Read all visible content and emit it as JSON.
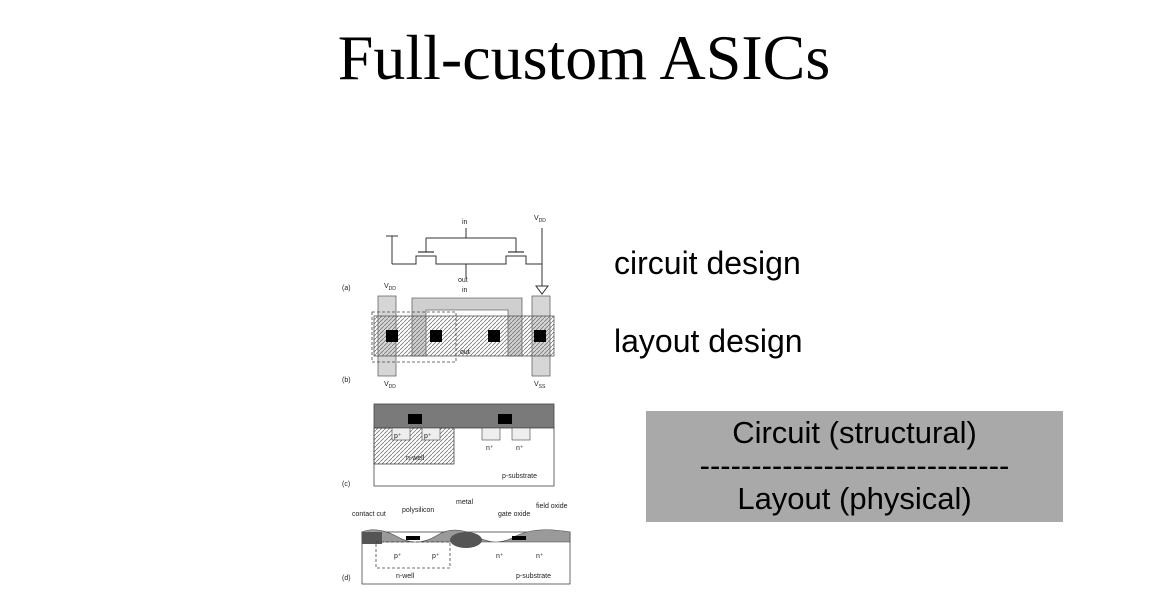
{
  "title": "Full-custom ASICs",
  "labels": {
    "circuit": "circuit design",
    "layout": "layout design"
  },
  "box": {
    "line1": "Circuit (structural)",
    "line2": "------------------------------",
    "line3": "Layout (physical)"
  },
  "figure": {
    "in": "in",
    "vdd": "V",
    "vdd_sub": "DD",
    "vss_sub": "SS",
    "out": "out",
    "panel_a": "(a)",
    "panel_b": "(b)",
    "panel_c": "(c)",
    "panel_d": "(d)",
    "p_plus": "p⁺",
    "n_plus": "n⁺",
    "n_well": "n-well",
    "p_substrate": "p-substrate",
    "contact_cut": "contact cut",
    "polysilicon": "polysilicon",
    "metal": "metal",
    "gate_oxide": "gate oxide",
    "field_oxide": "field oxide"
  }
}
